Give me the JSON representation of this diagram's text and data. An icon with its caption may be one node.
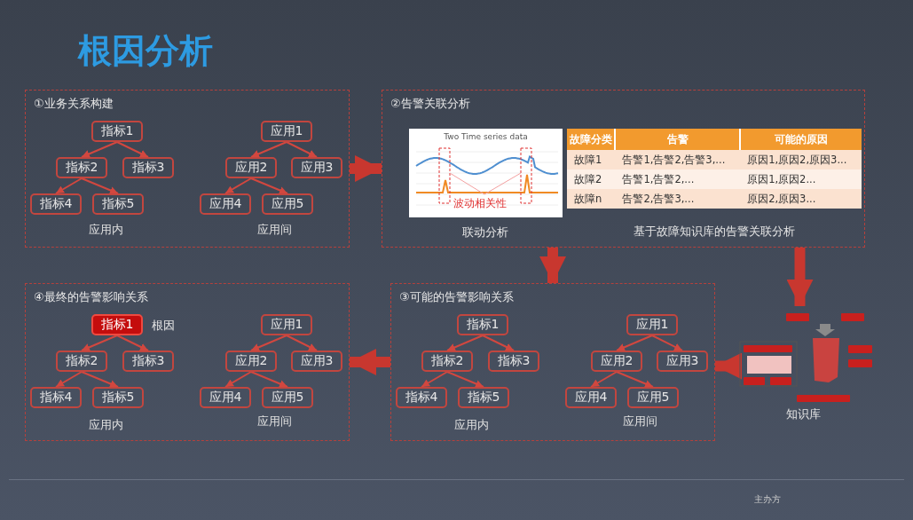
{
  "diagram": {
    "title": "根因分析",
    "nodes": [
      {
        "text": [
          "①业务关系构建"
        ]
      },
      {
        "text": [
          "指标1"
        ],
        "in": 0
      },
      {
        "text": [
          "指标2"
        ],
        "in": 0
      },
      {
        "text": [
          "指标3"
        ],
        "in": 0
      },
      {
        "text": [
          "指标4"
        ],
        "in": 0
      },
      {
        "text": [
          "指标5"
        ],
        "in": 0
      },
      {
        "text": [
          "应用1"
        ],
        "in": 0
      },
      {
        "text": [
          "应用2"
        ],
        "in": 0
      },
      {
        "text": [
          "应用3"
        ],
        "in": 0
      },
      {
        "text": [
          "应用4"
        ],
        "in": 0
      },
      {
        "text": [
          "应用5"
        ],
        "in": 0
      },
      {
        "text": [
          "②告警关联分析"
        ]
      },
      {
        "text": [
          "Two Time series data",
          "波动相关性"
        ],
        "in": 11,
        "beside": [
          "联动分析"
        ]
      },
      {
        "text": [
          "④最终的告警影响关系"
        ]
      },
      {
        "text": [
          "指标1"
        ],
        "in": 13,
        "beside": [
          "根因"
        ]
      },
      {
        "text": [
          "指标2"
        ],
        "in": 13
      },
      {
        "text": [
          "指标3"
        ],
        "in": 13
      },
      {
        "text": [
          "指标4"
        ],
        "in": 13
      },
      {
        "text": [
          "指标5"
        ],
        "in": 13
      },
      {
        "text": [
          "应用1"
        ],
        "in": 13
      },
      {
        "text": [
          "应用2"
        ],
        "in": 13
      },
      {
        "text": [
          "应用3"
        ],
        "in": 13
      },
      {
        "text": [
          "应用4"
        ],
        "in": 13
      },
      {
        "text": [
          "应用5"
        ],
        "in": 13
      },
      {
        "text": [
          "③可能的告警影响关系"
        ]
      },
      {
        "text": [
          "指标1"
        ],
        "in": 24
      },
      {
        "text": [
          "指标2"
        ],
        "in": 24
      },
      {
        "text": [
          "指标3"
        ],
        "in": 24
      },
      {
        "text": [
          "指标4"
        ],
        "in": 24
      },
      {
        "text": [
          "指标5"
        ],
        "in": 24
      },
      {
        "text": [
          "应用1"
        ],
        "in": 24
      },
      {
        "text": [
          "应用2"
        ],
        "in": 24
      },
      {
        "text": [
          "应用3"
        ],
        "in": 24
      },
      {
        "text": [
          "应用4"
        ],
        "in": 24
      },
      {
        "text": [
          "应用5"
        ],
        "in": 24
      },
      {
        "text": [
          "知识库"
        ]
      }
    ],
    "edges": [
      {
        "from": 1,
        "to": 2,
        "arrow": "to"
      },
      {
        "from": 1,
        "to": 3,
        "arrow": "to"
      },
      {
        "from": 2,
        "to": 4,
        "arrow": "to"
      },
      {
        "from": 2,
        "to": 5,
        "arrow": "to"
      },
      {
        "from": 6,
        "to": 7,
        "arrow": "to"
      },
      {
        "from": 6,
        "to": 8,
        "arrow": "to"
      },
      {
        "from": 7,
        "to": 9,
        "arrow": "to"
      },
      {
        "from": 7,
        "to": 10,
        "arrow": "to"
      },
      {
        "from": 0,
        "to": 11,
        "arrow": "to",
        "style": "thick"
      },
      {
        "from": 11,
        "to": 24,
        "arrow": "to",
        "style": "thick"
      },
      {
        "from": 11,
        "to": 35,
        "arrow": "to",
        "style": "thick"
      },
      {
        "from": 35,
        "to": 24,
        "arrow": "to",
        "style": "thick"
      },
      {
        "from": 24,
        "to": 13,
        "arrow": "to",
        "style": "thick"
      },
      {
        "from": 14,
        "to": 15,
        "arrow": "to"
      },
      {
        "from": 14,
        "to": 16,
        "arrow": "to"
      },
      {
        "from": 15,
        "to": 17,
        "arrow": "to"
      },
      {
        "from": 15,
        "to": 18,
        "arrow": "to"
      },
      {
        "from": 19,
        "to": 20,
        "arrow": "to"
      },
      {
        "from": 19,
        "to": 21,
        "arrow": "to"
      },
      {
        "from": 20,
        "to": 22,
        "arrow": "to"
      },
      {
        "from": 20,
        "to": 23,
        "arrow": "to"
      },
      {
        "from": 25,
        "to": 26,
        "arrow": "to"
      },
      {
        "from": 25,
        "to": 27,
        "arrow": "to"
      },
      {
        "from": 26,
        "to": 28,
        "arrow": "to"
      },
      {
        "from": 26,
        "to": 29,
        "arrow": "to"
      },
      {
        "from": 30,
        "to": 31,
        "arrow": "to"
      },
      {
        "from": 30,
        "to": 32,
        "arrow": "to"
      },
      {
        "from": 31,
        "to": 33,
        "arrow": "to"
      },
      {
        "from": 31,
        "to": 34,
        "arrow": "to"
      }
    ],
    "labels": [
      "应用内",
      "应用间",
      "故障分类",
      "告警",
      "可能的原因",
      "故障1",
      "告警1,告警2,告警3,...",
      "原因1,原因2,原因3...",
      "故障2",
      "告警1,告警2,...",
      "原因1,原因2...",
      "故障n",
      "告警2,告警3,...",
      "原因2,原因3...",
      "基于故障知识库的告警关联分析",
      "应用内",
      "应用间",
      "应用内",
      "应用间",
      "主办方"
    ]
  }
}
